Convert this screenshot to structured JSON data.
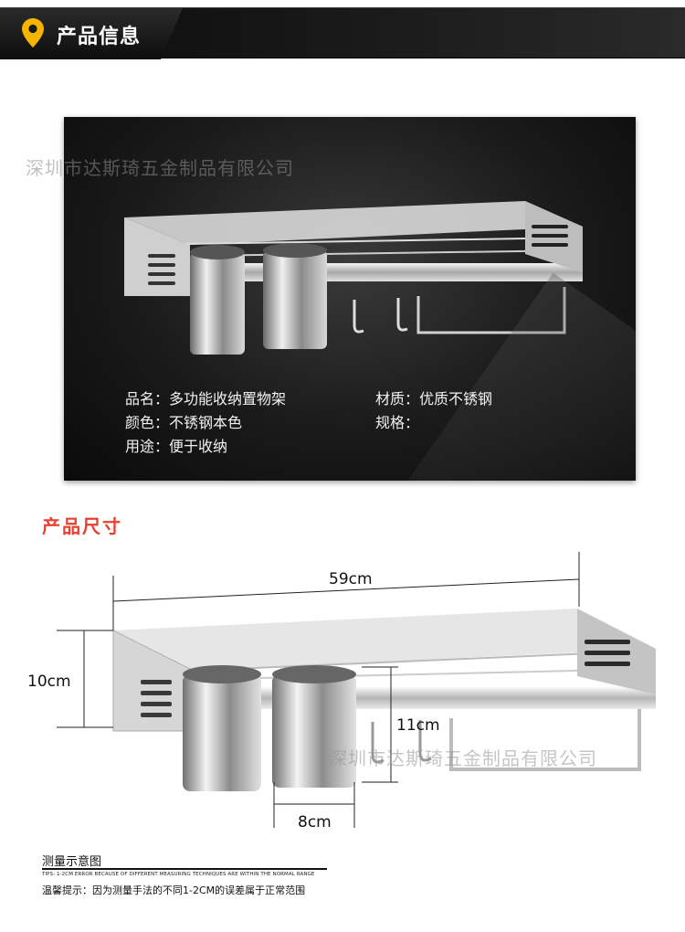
{
  "header": {
    "title": "产品信息",
    "icon": "map-pin-icon",
    "accent": "#f5b400"
  },
  "watermark": {
    "text": "深圳市达斯琦五金制品有限公司"
  },
  "product_info": {
    "name": "品名：多功能收纳置物架",
    "color": "颜色：不锈钢本色",
    "usage": "用途：便于收纳",
    "material": "材质：优质不锈钢",
    "spec": "规格："
  },
  "size_section": {
    "title": "产品尺寸",
    "title_color": "#e8402f"
  },
  "dimensions": {
    "width": "59cm",
    "height": "10cm",
    "hook": "11cm",
    "cup": "8cm"
  },
  "note": {
    "title": "测量示意图",
    "tips": "TIPS: 1-2CM ERROR BECAUSE OF DIFFERENT MEASURING TECHNIQUES ARE WITHIN THE NORMAL RANGE",
    "warm": "温馨提示：因为测量手法的不同1-2CM的误差属于正常范围"
  }
}
